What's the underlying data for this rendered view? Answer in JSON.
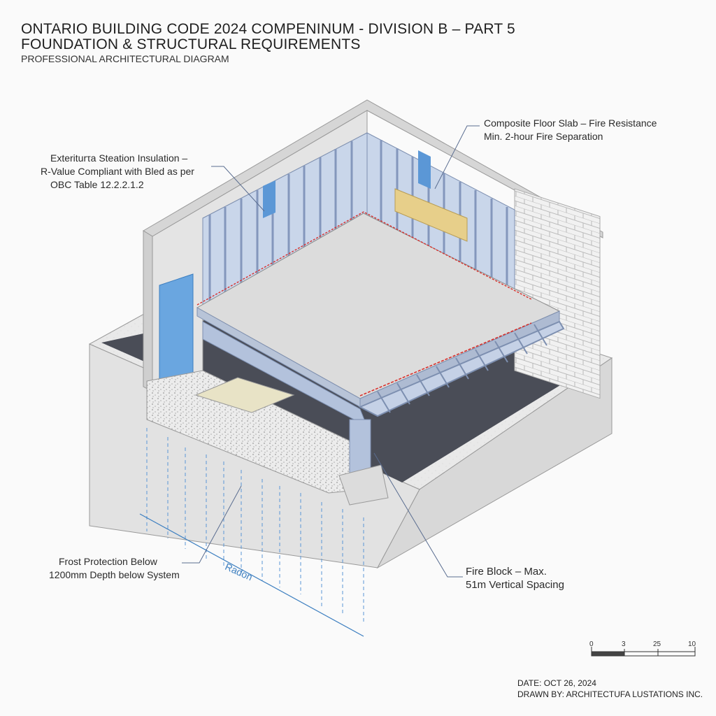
{
  "header": {
    "title_line1": "ONTARIO BUILDING CODE 2024 COMPENINUM - DIVISION B – PART 5",
    "title_line2": "FOUNDATION & STRUCTURAL REQUIREMENTS",
    "subtitle": "PROFESSIONAL ARCHITECTURAL DIAGRAM"
  },
  "callouts": {
    "insulation": {
      "line1": "Exteriturτa Steation Insulation –",
      "line2": "R-Value Compliant with Bled as per",
      "line3": "OBC Table 12.2.2.1.2"
    },
    "floor_slab": {
      "line1": "Composite Floor Slab – Fire Resistance",
      "line2": "Min. 2-hour Fire Separation"
    },
    "frost": {
      "line1": "Frost Protection Below",
      "line2": "1200mm Depth below System"
    },
    "fire_block": {
      "line1": "Fire Block – Max.",
      "line2": "51m Vertical Spacing"
    },
    "radon": "Radon"
  },
  "scale_bar": {
    "ticks": [
      "0",
      "3",
      "25",
      "10"
    ]
  },
  "footer": {
    "date": "DATE: OCT 26, 2024",
    "drawn_by": "DRAWN BY: ARCHITECTUFA  LUSTATIONS INC."
  },
  "colors": {
    "concrete": "#e6e6e6",
    "steel_blue": "#b9c8e2",
    "insulation_blue": "#6aa6e0",
    "membrane": "#4a4d57",
    "timber": "#e7cf8a",
    "fire_red": "#d9302c",
    "annotation_blue": "#3d7fc0"
  }
}
